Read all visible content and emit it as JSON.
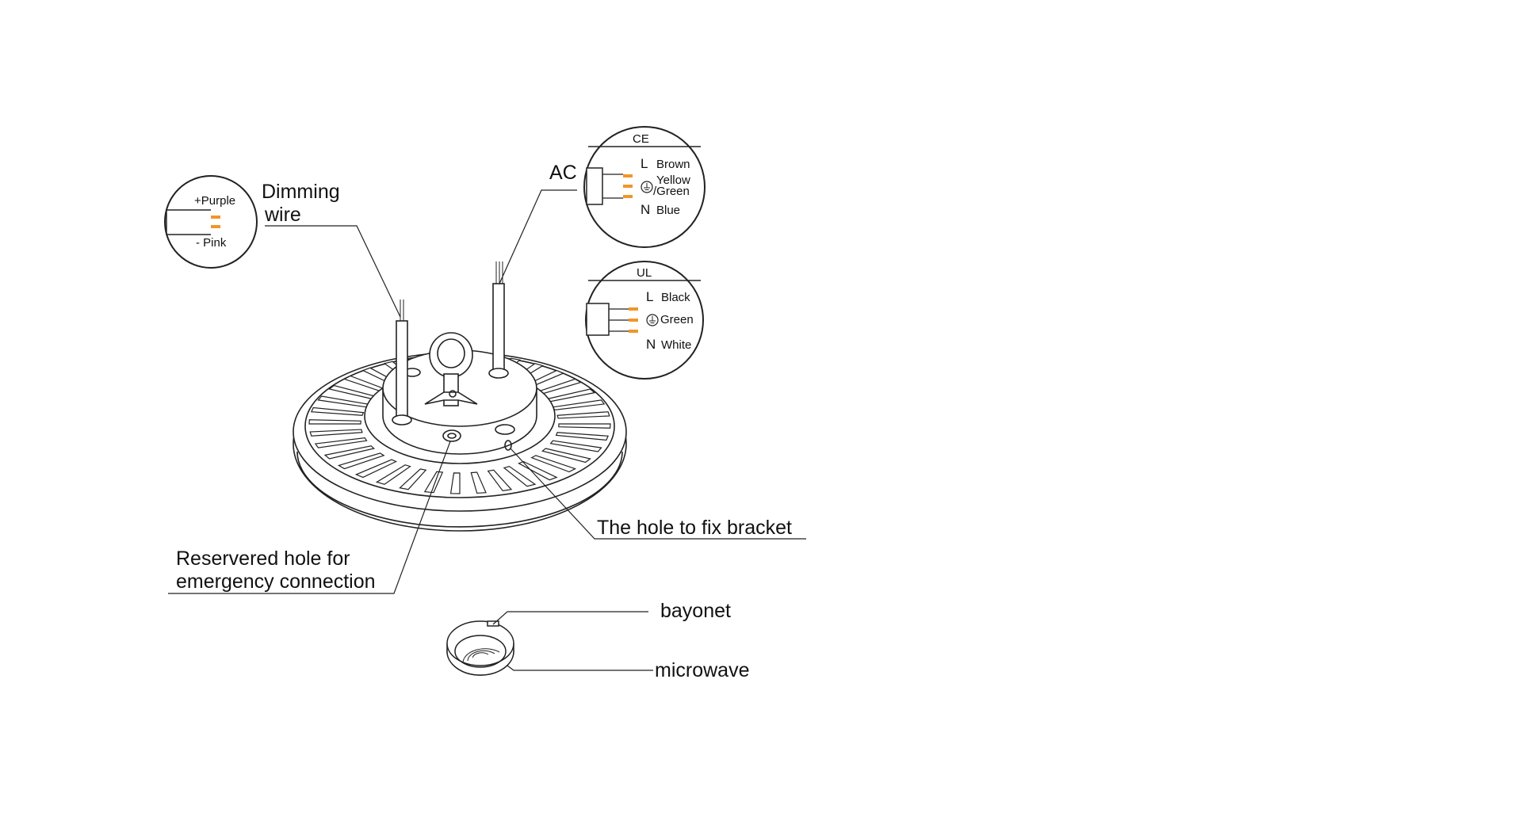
{
  "labels": {
    "dimming_line1": "Dimming",
    "dimming_line2": "wire",
    "ac": "AC",
    "bracket_hole": "The hole to fix bracket",
    "emergency_line1": "Reservered hole for",
    "emergency_line2": "emergency connection",
    "bayonet": "bayonet",
    "microwave": "microwave"
  },
  "dimming_detail": {
    "plus": "+Purple",
    "minus": "- Pink"
  },
  "ce_detail": {
    "title": "CE",
    "l_mark": "L",
    "l_color": "Brown",
    "earth_color_1": "Yellow",
    "earth_color_2": "/Green",
    "n_mark": "N",
    "n_color": "Blue"
  },
  "ul_detail": {
    "title": "UL",
    "l_mark": "L",
    "l_color": "Black",
    "earth_color": "Green",
    "n_mark": "N",
    "n_color": "White"
  },
  "colors": {
    "wire_orange": "#f0962a",
    "line": "#222222"
  }
}
